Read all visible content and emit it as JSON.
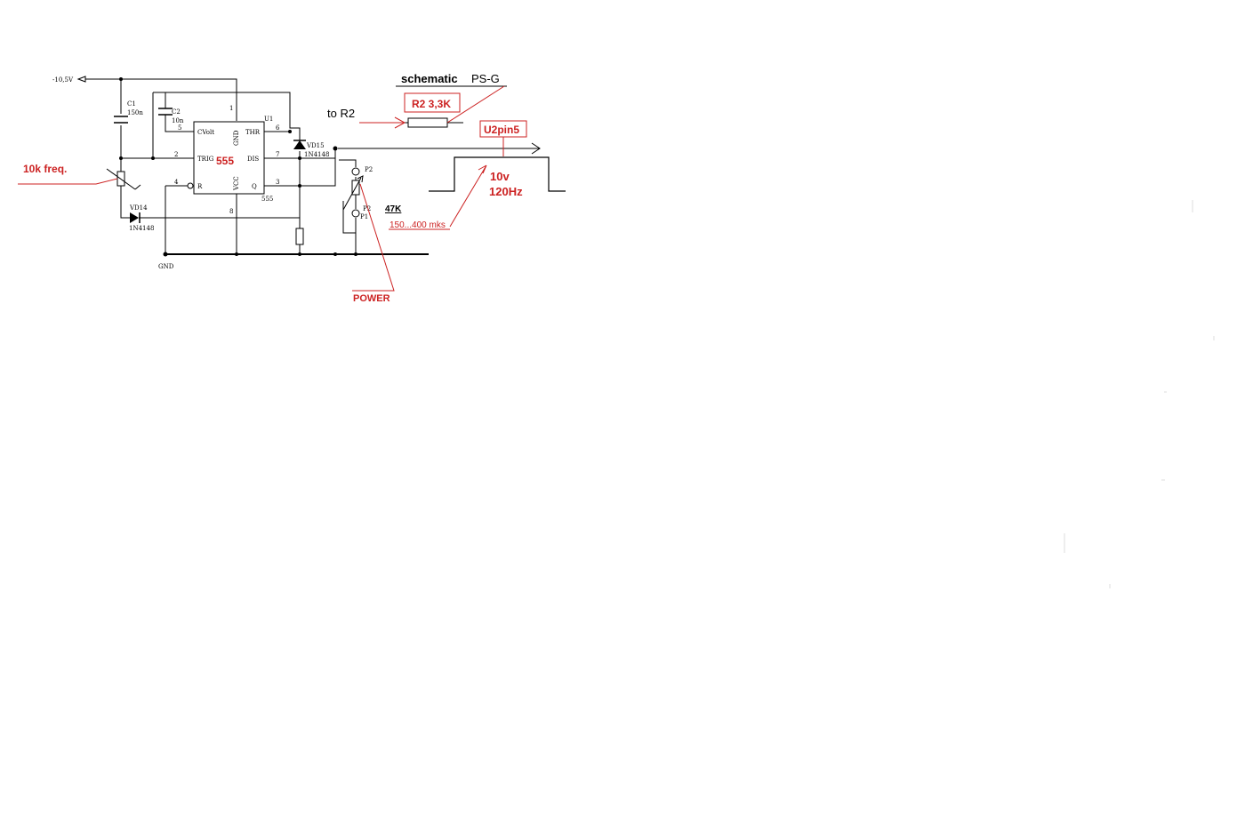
{
  "colors": {
    "wire": "#000000",
    "annotation": "#cc2222",
    "background": "#ffffff"
  },
  "labels": {
    "supply": "-10,5V",
    "c1_name": "C1",
    "c1_value": "150n",
    "c2_name": "C2",
    "c2_value": "10n",
    "pin1": "1",
    "pin2": "2",
    "pin3": "3",
    "pin4": "4",
    "pin5": "5",
    "pin6": "6",
    "pin7": "7",
    "pin8": "8",
    "u1": "U1",
    "ic_part": "555",
    "pin_cvolt": "CVolt",
    "pin_trig": "TRIG",
    "pin_r": "R",
    "pin_gnd": "GND",
    "pin_vcc": "VCC",
    "pin_thr": "THR",
    "pin_dis": "DIS",
    "pin_q": "Q",
    "vd14": "VD14",
    "vd14_part": "1N4148",
    "vd15": "VD15",
    "vd15_part": "1N4148",
    "gnd": "GND",
    "p2_top": "P2",
    "p2_mid": "P2",
    "p1": "P1"
  },
  "annotations": {
    "ic_555": "555",
    "freq_pot": "10k freq.",
    "to_r2": "to R2",
    "schematic": "schematic",
    "ps_g": "PS-G",
    "r2_value": "R2 3,3K",
    "u2pin5": "U2pin5",
    "voltage": "10v",
    "frequency": "120Hz",
    "r_47k": "47K",
    "pulse_width": "150...400 mks",
    "power": "POWER"
  }
}
